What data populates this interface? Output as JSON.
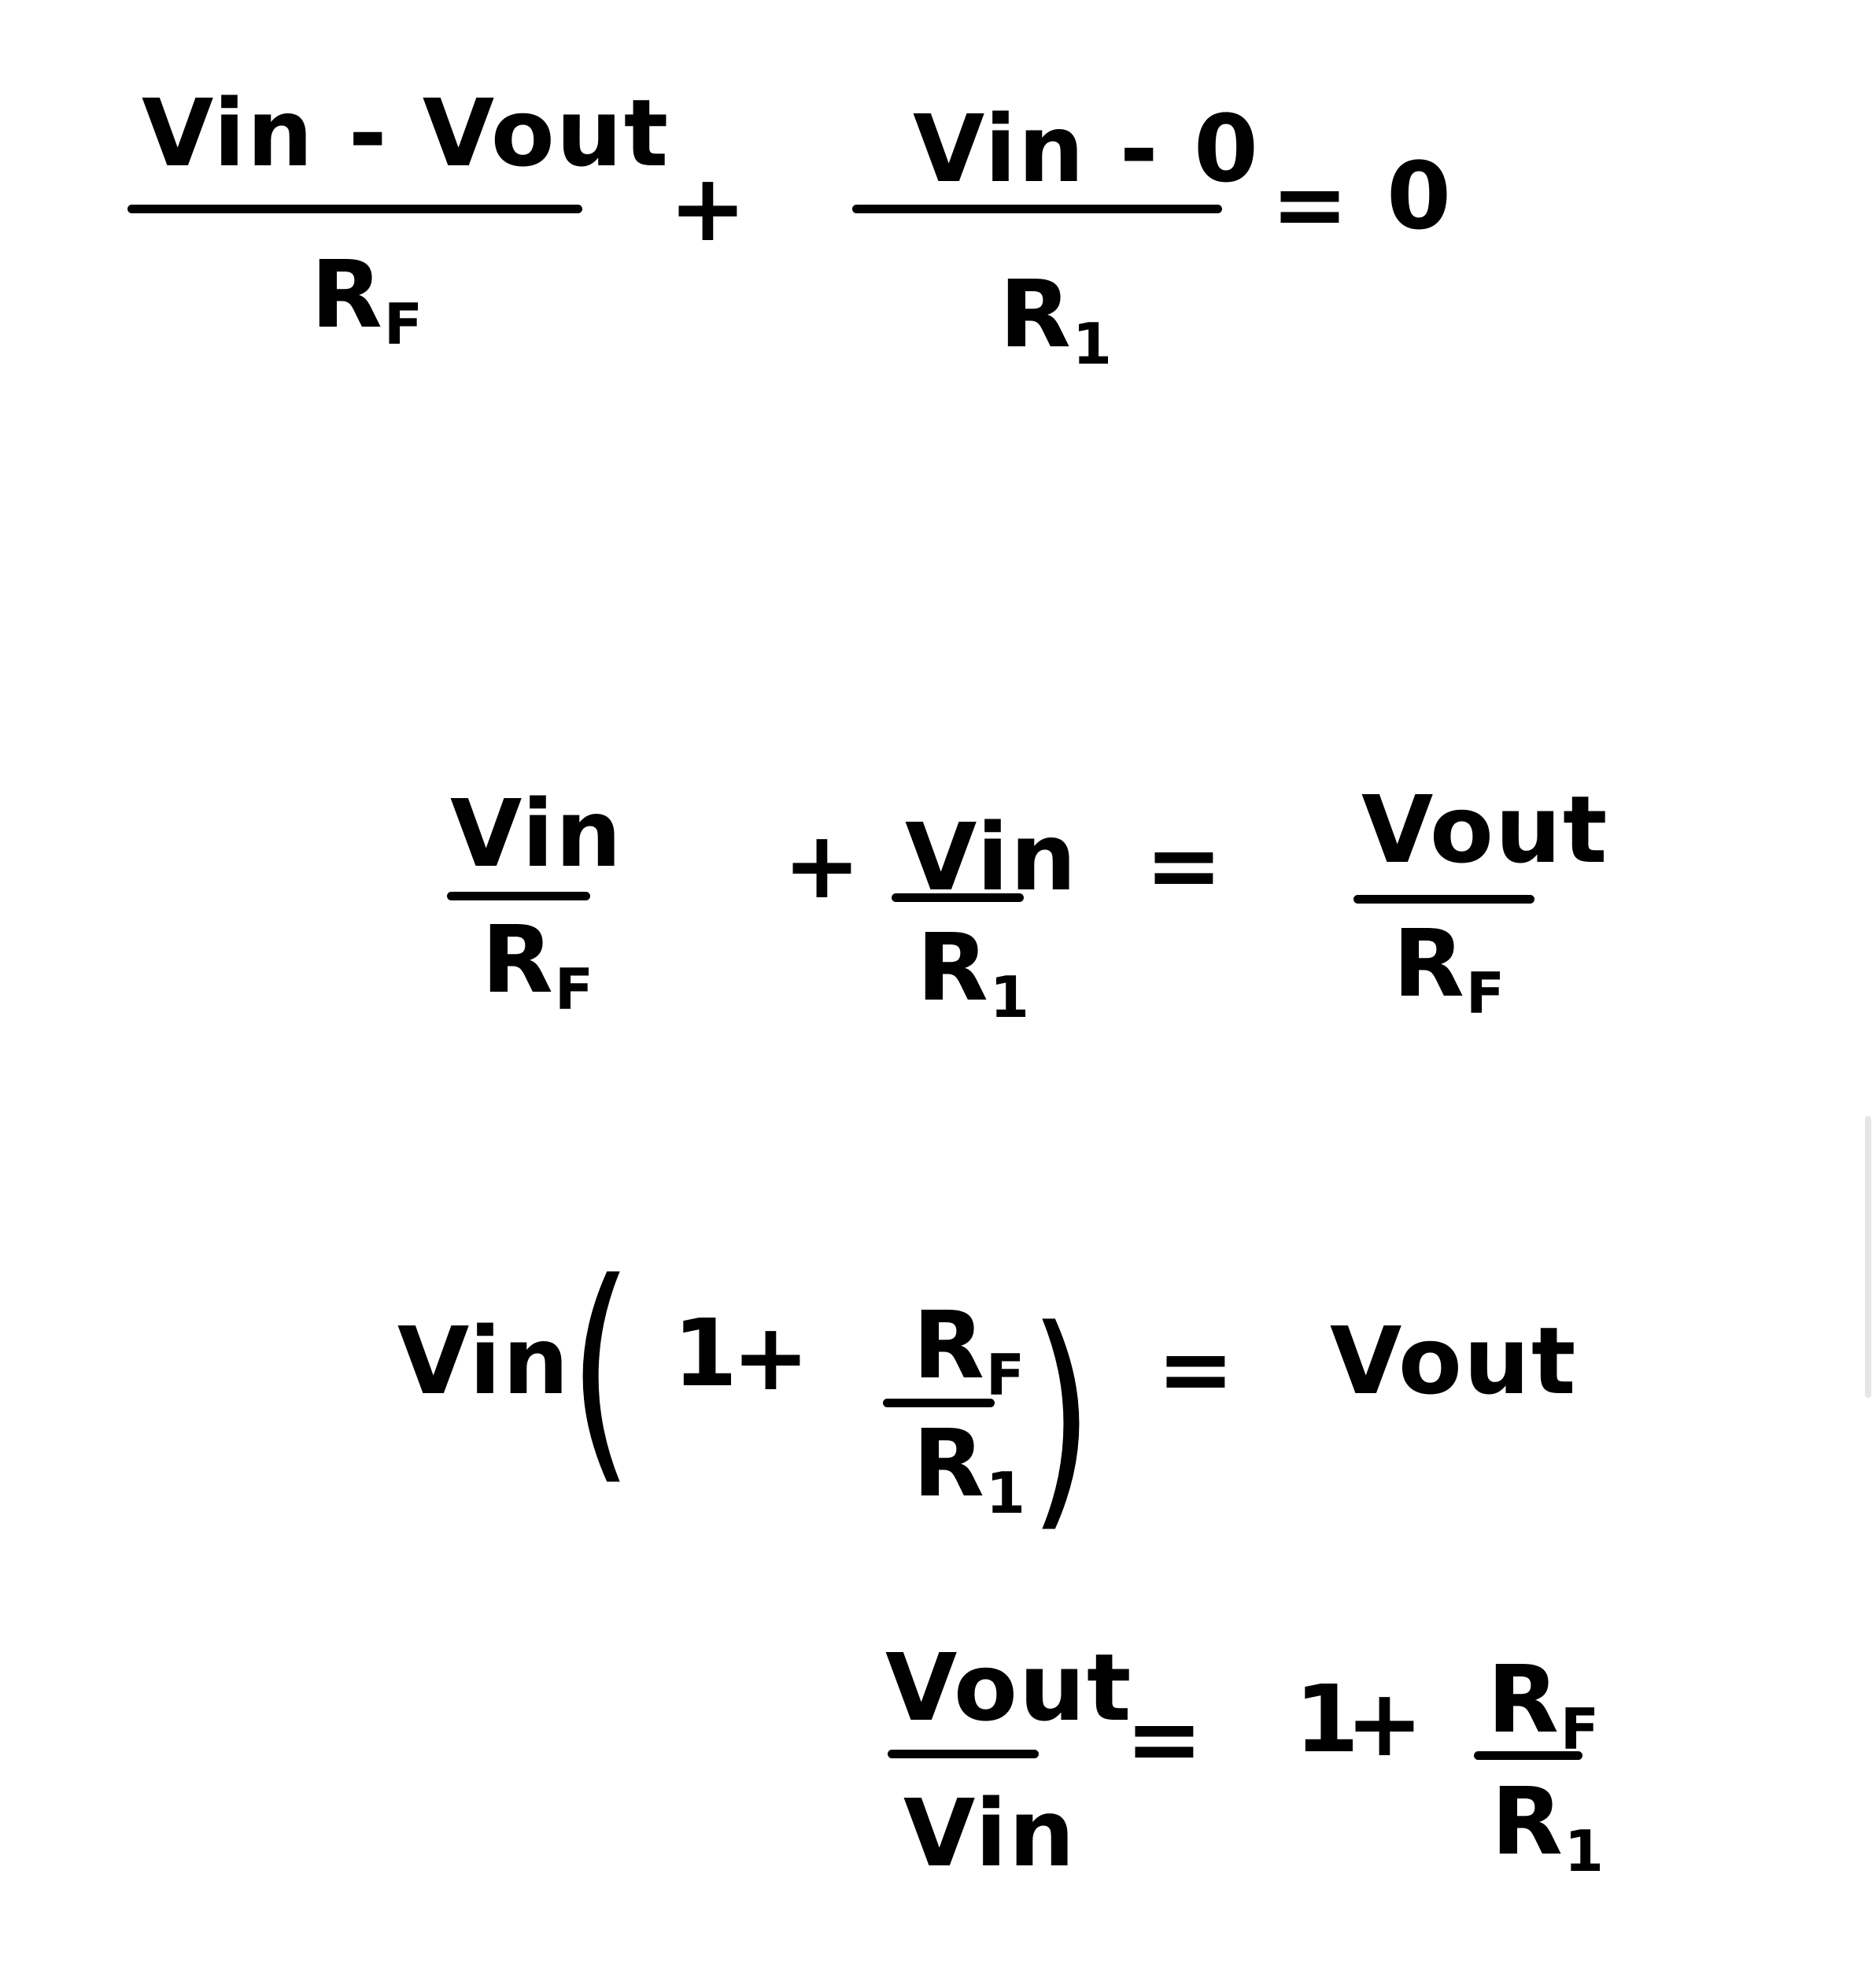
{
  "equations": [
    {
      "id": "eq1",
      "lhs_frac1": {
        "num": "Vin - Vout",
        "den": "R",
        "den_sub": "F"
      },
      "op1": "+",
      "lhs_frac2": {
        "num": "Vin - 0",
        "den": "R",
        "den_sub": "1"
      },
      "eq": "=",
      "rhs": "0"
    },
    {
      "id": "eq2",
      "frac1": {
        "num": "Vin",
        "den": "R",
        "den_sub": "F"
      },
      "op1": "+",
      "frac2": {
        "num": "Vin",
        "den": "R",
        "den_sub": "1"
      },
      "eq": "=",
      "rhs_frac": {
        "num": "Vout",
        "den": "R",
        "den_sub": "F"
      }
    },
    {
      "id": "eq3",
      "lhs": "Vin",
      "lparen": "(",
      "one": "1",
      "op1": "+",
      "frac": {
        "num": "R",
        "num_sub": "F",
        "den": "R",
        "den_sub": "1"
      },
      "rparen": ")",
      "eq": "=",
      "rhs": "Vout"
    },
    {
      "id": "eq4",
      "lhs_frac": {
        "num": "Vout",
        "den": "Vin"
      },
      "eq": "=",
      "one": "1",
      "op1": "+",
      "rhs_frac": {
        "num": "R",
        "num_sub": "F",
        "den": "R",
        "den_sub": "1"
      }
    }
  ],
  "scrollbar": {
    "color": "#e6e6e6"
  }
}
